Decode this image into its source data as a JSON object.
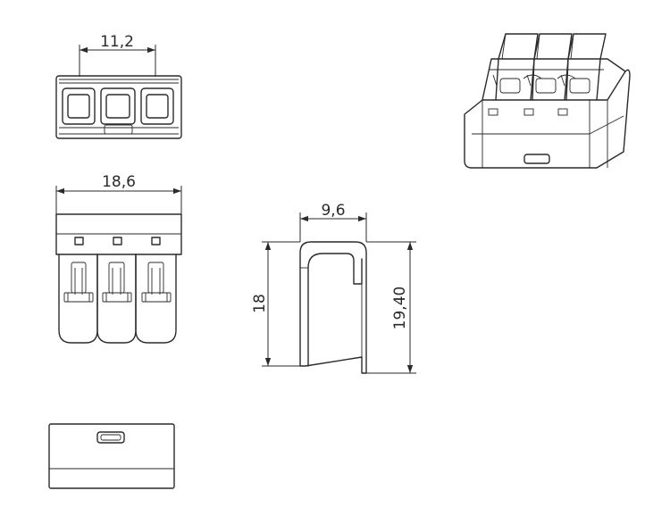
{
  "drawing": {
    "dimensions": {
      "top_width": "11,2",
      "front_width": "18,6",
      "side_width": "9,6",
      "side_height": "18",
      "side_total_height": "19,40"
    }
  }
}
